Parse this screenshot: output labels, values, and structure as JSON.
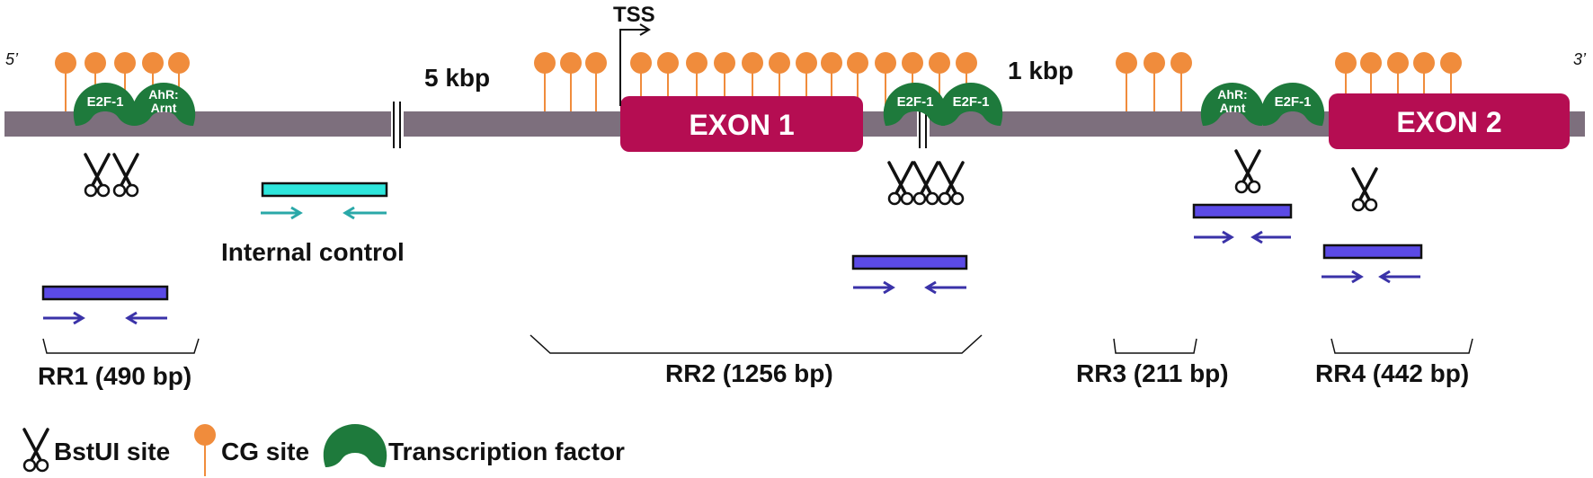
{
  "colors": {
    "backbone": "#7d6f7d",
    "exon": "#b50d52",
    "cg": "#f08c3c",
    "tf": "#1e7a3c",
    "primer_control": "#2ee6dc",
    "primer_region": "#5b4ae6",
    "arrow_control": "#2aa8a8",
    "arrow_region": "#3a32a8"
  },
  "labels": {
    "five_prime": "5’",
    "three_prime": "3’",
    "tss": "TSS",
    "break_5kbp": "5 kbp",
    "break_1kbp": "1 kbp",
    "exon1": "EXON 1",
    "exon2": "EXON 2",
    "internal_control": "Internal control"
  },
  "transcription_factors": {
    "e2f1": "E2F-1",
    "ahr_line1": "AhR:",
    "ahr_line2": "Arnt"
  },
  "regions": {
    "rr1": "RR1 (490 bp)",
    "rr2": "RR2 (1256 bp)",
    "rr3": "RR3 (211 bp)",
    "rr4": "RR4 (442 bp)"
  },
  "legend": {
    "bstui": "BstUI site",
    "cg": "CG site",
    "tf": "Transcription factor"
  },
  "icons": [
    "scissors-icon",
    "cg-lollipop-icon",
    "transcription-factor-icon",
    "primer-arrow-icon",
    "tss-arrow-icon"
  ]
}
